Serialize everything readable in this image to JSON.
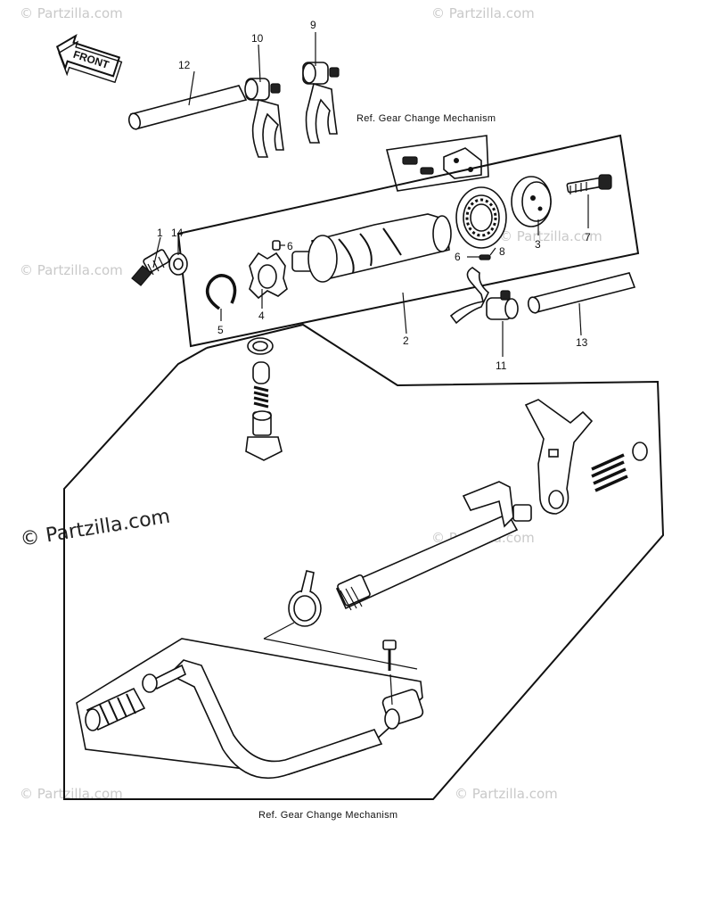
{
  "watermark": {
    "small": "© Partzilla.com",
    "large": "© Partzilla.com"
  },
  "front_badge": "FRONT",
  "callouts": [
    {
      "id": "c1",
      "text": "1"
    },
    {
      "id": "c14",
      "text": "14"
    },
    {
      "id": "c2",
      "text": "2"
    },
    {
      "id": "c3",
      "text": "3"
    },
    {
      "id": "c4",
      "text": "4"
    },
    {
      "id": "c5",
      "text": "5"
    },
    {
      "id": "c6a",
      "text": "6"
    },
    {
      "id": "c6b",
      "text": "6"
    },
    {
      "id": "c7",
      "text": "7"
    },
    {
      "id": "c8",
      "text": "8"
    },
    {
      "id": "c9",
      "text": "9"
    },
    {
      "id": "c10",
      "text": "10"
    },
    {
      "id": "c11",
      "text": "11"
    },
    {
      "id": "c12",
      "text": "12"
    },
    {
      "id": "c13",
      "text": "13"
    }
  ],
  "references": {
    "top": "Ref. Gear Change Mechanism",
    "bottom": "Ref. Gear Change Mechanism"
  }
}
